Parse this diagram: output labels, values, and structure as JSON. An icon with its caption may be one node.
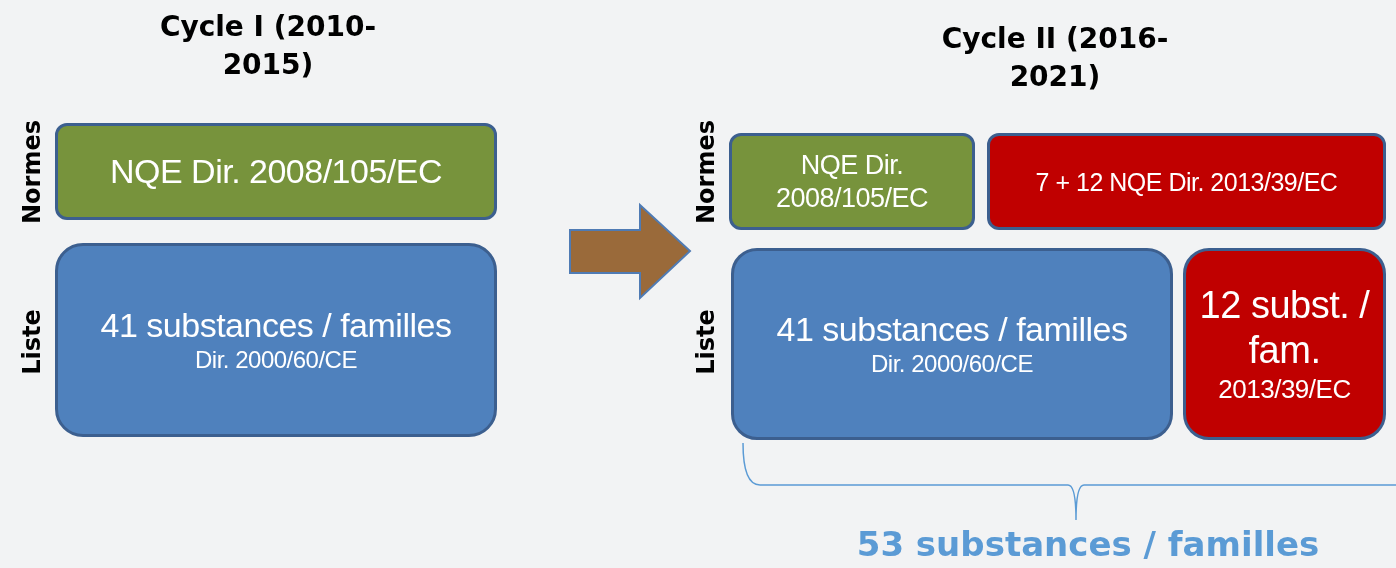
{
  "diagram": {
    "nodes": [
      {
        "text": [
          "NQE Dir. 2008/105/EC"
        ]
      },
      {
        "text": [
          "41 substances / familles",
          "Dir. 2000/60/CE"
        ]
      },
      {
        "text": [
          "NQE Dir. 2008/105/EC"
        ]
      },
      {
        "text": [
          "7 + 12 NQE Dir. 2013/39/EC"
        ]
      },
      {
        "text": [
          "41 substances / familles",
          "Dir. 2000/60/CE"
        ]
      },
      {
        "text": [
          "12 subst. / fam.",
          "2013/39/EC"
        ]
      }
    ],
    "edges": [],
    "labels": [
      "Cycle I (2010-2015)",
      "Cycle II (2016-2021)",
      "Normes",
      "Liste",
      "Normes",
      "Liste",
      "53 substances / familles"
    ]
  }
}
